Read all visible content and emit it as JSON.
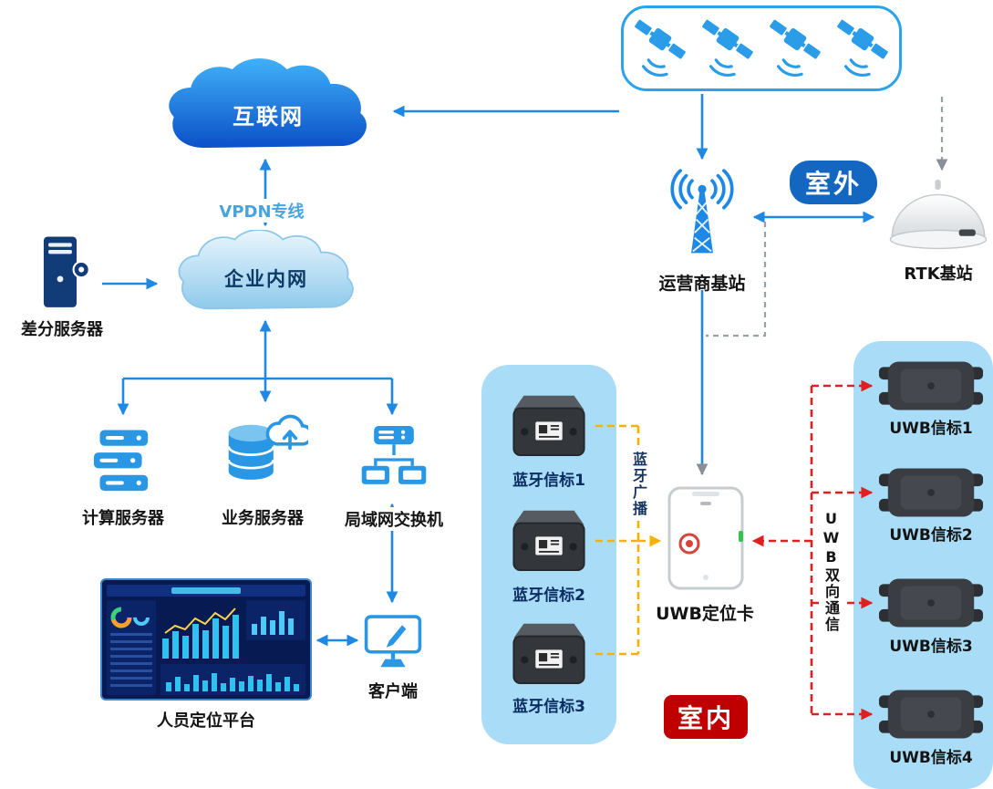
{
  "nodes": {
    "internet": {
      "label": "互联网"
    },
    "vpdn": {
      "label": "VPDN专线"
    },
    "intranet": {
      "label": "企业内网"
    },
    "diff_server": {
      "label": "差分服务器"
    },
    "compute_server": {
      "label": "计算服务器"
    },
    "business_server": {
      "label": "业务服务器"
    },
    "lan_switch": {
      "label": "局域网交换机"
    },
    "platform": {
      "label": "人员定位平台"
    },
    "client": {
      "label": "客户端"
    },
    "uwb_card": {
      "label": "UWB定位卡"
    },
    "operator_station": {
      "label": "运营商基站"
    },
    "rtk_station": {
      "label": "RTK基站"
    }
  },
  "zones": {
    "outdoor": "室外",
    "indoor": "室内"
  },
  "links": {
    "bluetooth_broadcast": "蓝牙广播",
    "uwb_two_way": "UWB双向通信"
  },
  "bluetooth_beacons": [
    {
      "label": "蓝牙信标1"
    },
    {
      "label": "蓝牙信标2"
    },
    {
      "label": "蓝牙信标3"
    }
  ],
  "uwb_beacons": [
    {
      "label": "UWB信标1"
    },
    {
      "label": "UWB信标2"
    },
    {
      "label": "UWB信标3"
    },
    {
      "label": "UWB信标4"
    }
  ],
  "colors": {
    "arrow_blue": "#1e88e5",
    "dashed_gray": "#98a0a8",
    "dashed_yellow": "#f3b300",
    "dashed_red": "#e01f1f",
    "panel_blue": "#a9dcf7",
    "outdoor_badge": "#1467c1",
    "indoor_badge": "#c00000",
    "icon_blue": "#2a97e4",
    "beacon_dark": "#33373c"
  }
}
